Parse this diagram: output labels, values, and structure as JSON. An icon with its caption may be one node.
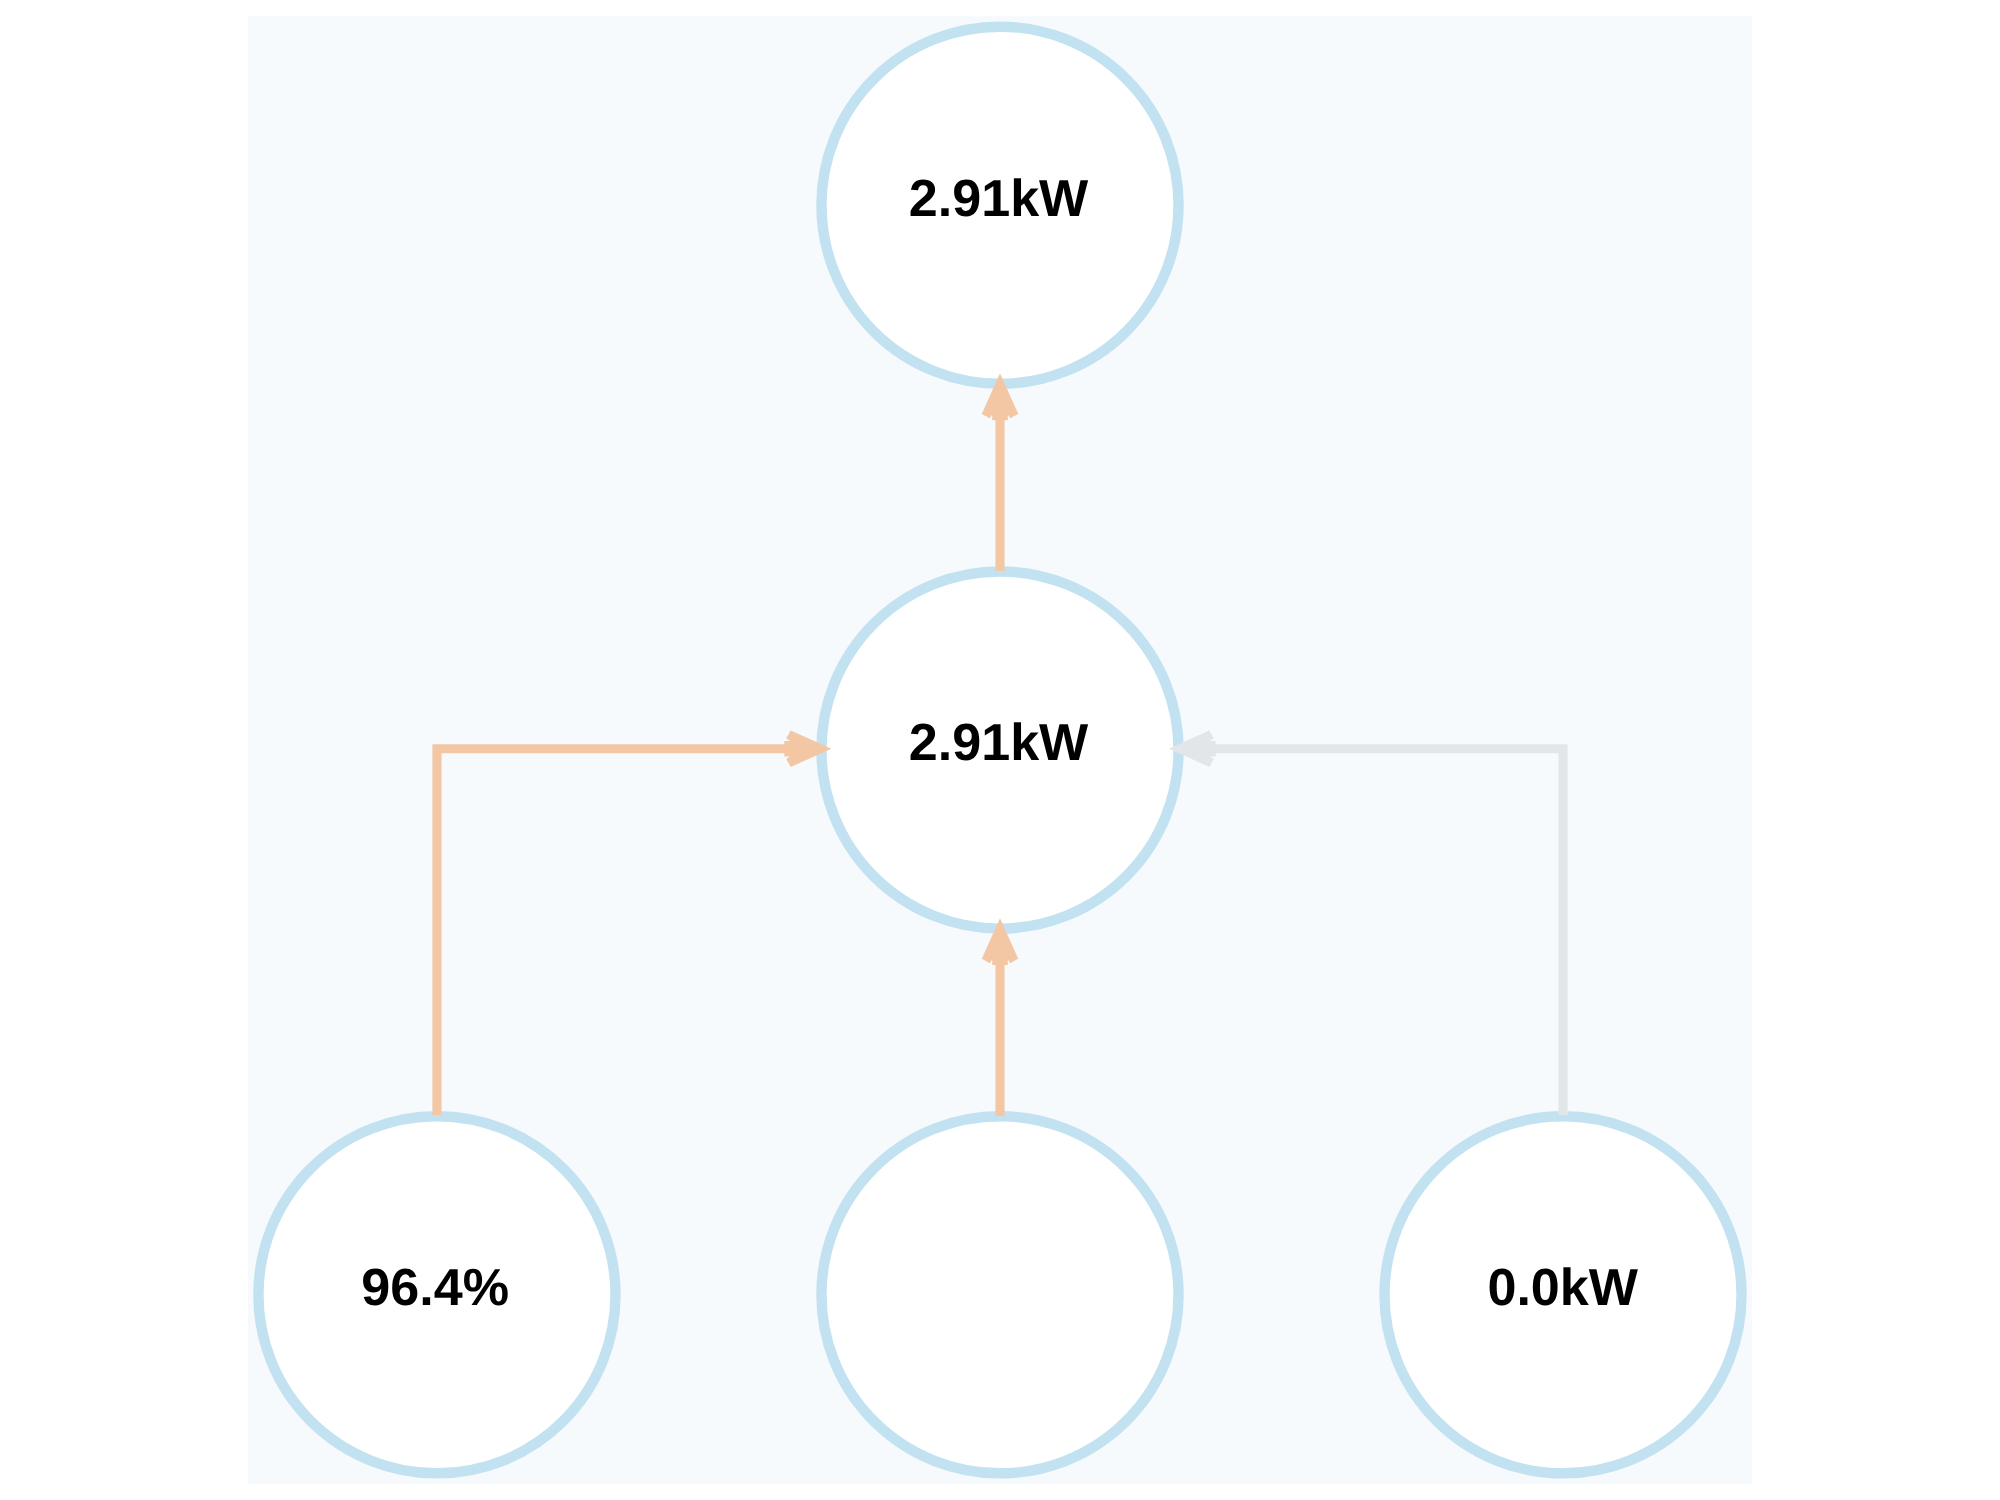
{
  "diagram": {
    "nodes": [
      {
        "text": [
          "2.91kW"
        ]
      },
      {
        "text": [
          "2.91kW"
        ]
      },
      {
        "text": [
          "96.4%"
        ]
      },
      {
        "text": [],
        "shape": "circle"
      },
      {
        "text": [
          "0.0kW"
        ]
      }
    ],
    "edges": [
      {
        "from": 1,
        "to": 0,
        "arrow": "to"
      },
      {
        "from": 2,
        "to": 1,
        "arrow": "to"
      },
      {
        "from": 3,
        "to": 1,
        "arrow": "to"
      },
      {
        "from": 4,
        "to": 1,
        "arrow": "to",
        "color": "#e3e6e9"
      }
    ]
  }
}
